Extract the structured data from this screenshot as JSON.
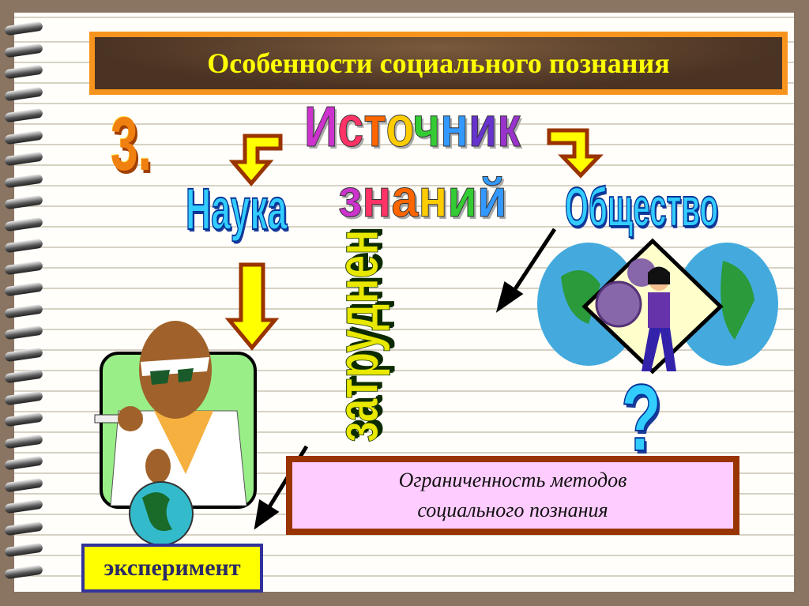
{
  "slide": {
    "title": "Особенности социального познания",
    "number": "3.",
    "source_word": "Источник",
    "knowledge_word": "знаний",
    "science_word": "Наука",
    "society_word": "Общество",
    "difficult_word": "затруднен",
    "question_mark": "?",
    "limitation_text": {
      "line1": "Ограниченность методов",
      "line2": "социального познания"
    },
    "experiment_label": "эксперимент"
  },
  "colors": {
    "title_text": "#ffff00",
    "title_border": "#f7941d",
    "rainbow": [
      "#cc33cc",
      "#ff3366",
      "#ff6600",
      "#ffcc00",
      "#33cc33",
      "#3399ff",
      "#6633cc",
      "#9933cc"
    ],
    "box_border": "#993300",
    "box_fill": "#ffccff",
    "experiment_fill": "#ffff00"
  },
  "icons": [
    "spiral-binding-icon",
    "bent-arrow-icon",
    "down-arrow-icon",
    "scientist-clipart-icon",
    "globe-icon",
    "gears-person-clipart-icon"
  ]
}
